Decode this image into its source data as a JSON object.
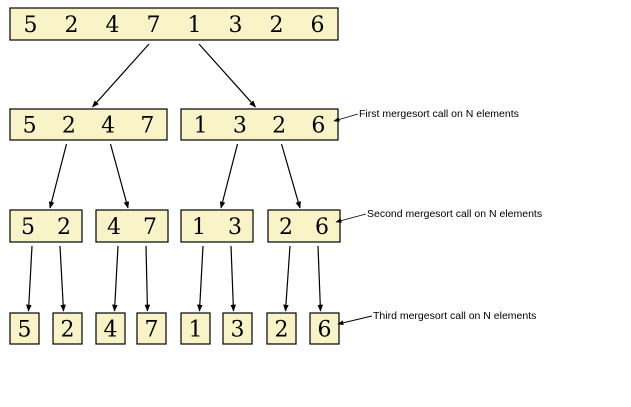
{
  "levels": [
    {
      "groups": [
        [
          5,
          2,
          4,
          7,
          1,
          3,
          2,
          6
        ]
      ]
    },
    {
      "groups": [
        [
          5,
          2,
          4,
          7
        ],
        [
          1,
          3,
          2,
          6
        ]
      ]
    },
    {
      "groups": [
        [
          5,
          2
        ],
        [
          4,
          7
        ],
        [
          1,
          3
        ],
        [
          2,
          6
        ]
      ]
    },
    {
      "groups": [
        [
          5
        ],
        [
          2
        ],
        [
          4
        ],
        [
          7
        ],
        [
          1
        ],
        [
          3
        ],
        [
          2
        ],
        [
          6
        ]
      ]
    }
  ],
  "annotations": [
    {
      "text": "First mergesort call on N elements"
    },
    {
      "text": "Second mergesort call on N elements"
    },
    {
      "text": "Third mergesort call on N elements"
    }
  ]
}
